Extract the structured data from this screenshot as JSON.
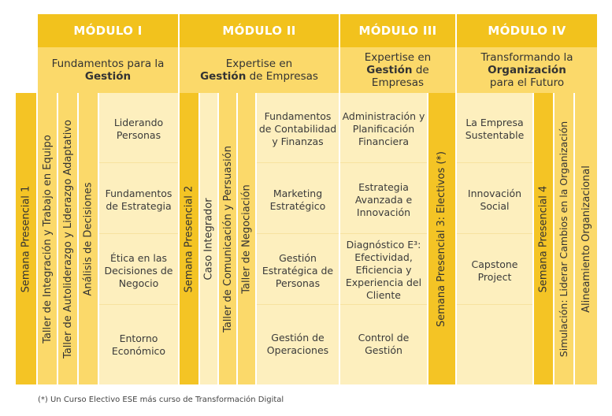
{
  "modules": [
    {
      "title": "MÓDULO I",
      "sub_pre": "Fundamentos para la",
      "sub_bold": "Gestión",
      "sub_post": ""
    },
    {
      "title": "MÓDULO II",
      "sub_pre": "Expertise en",
      "sub_bold": "Gestión",
      "sub_post": "de Empresas"
    },
    {
      "title": "MÓDULO III",
      "sub_pre": "Expertise en",
      "sub_bold": "Gestión",
      "sub_post": "de Empresas"
    },
    {
      "title": "MÓDULO IV",
      "sub_pre": "Transformando la",
      "sub_bold": "Organización",
      "sub_post": "para el Futuro"
    }
  ],
  "vertical": {
    "semana1": "Semana Presencial 1",
    "taller_integracion": "Taller de Integración y Trabajo en Equipo",
    "taller_autoliderazgo": "Taller de Autoliderazgo y Liderazgo Adaptativo",
    "analisis_decisiones": "Análisis de Decisiones",
    "semana2": "Semana Presencial 2",
    "caso_integrador": "Caso Integrador",
    "taller_comunicacion": "Taller de Comunicación y Persuasión",
    "taller_negociacion": "Taller de Negociación",
    "semana3": "Semana Presencial 3: Electivos (*)",
    "semana4": "Semana Presencial 4",
    "simulacion": "Simulación: Liderar Cambios en la Organización",
    "alineamiento": "Alineamiento Organizacional"
  },
  "courses": {
    "m1": [
      "Liderando Personas",
      "Fundamentos de Estrategia",
      "Ética en las Decisiones de Negocio",
      "Entorno Económico"
    ],
    "m2": [
      "Fundamentos de Contabilidad y Finanzas",
      "Marketing Estratégico",
      "Gestión Estratégica de Personas",
      "Gestión de Operaciones"
    ],
    "m3": [
      "Administración y Planificación Financiera",
      "Estrategia Avanzada e Innovación",
      "Diagnóstico E³: Efectividad, Eficiencia y Experiencia del Cliente",
      "Control de Gestión"
    ],
    "m4": [
      "La Empresa Sustentable",
      "Innovación Social",
      "Capstone Project"
    ]
  },
  "footnote": "(*) Un Curso Electivo ESE más curso de Transformación Digital",
  "colors": {
    "dark": "#f2c21d",
    "mid": "#fbd96a",
    "light": "#fdefbe"
  }
}
